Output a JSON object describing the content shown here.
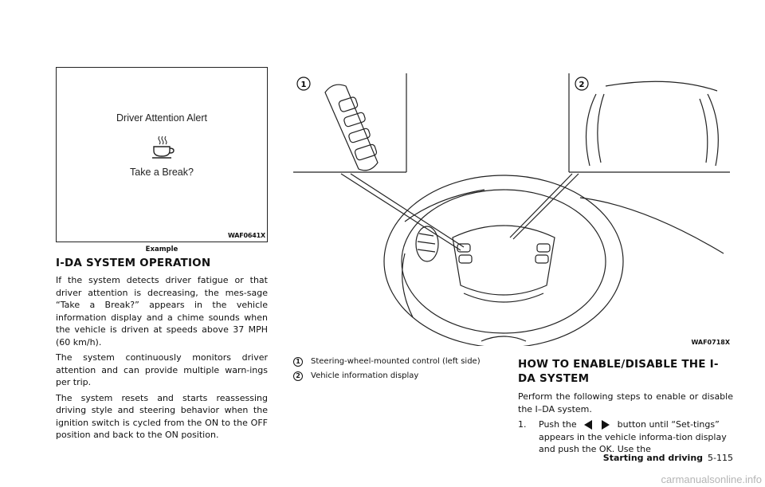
{
  "figure_display": {
    "alert_title": "Driver Attention Alert",
    "message": "Take a Break?",
    "code": "WAF0641X",
    "caption": "Example"
  },
  "section1": {
    "heading": "I-DA SYSTEM OPERATION",
    "paragraphs": [
      "If the system detects driver fatigue or that driver attention is decreasing, the mes-sage “Take a Break?” appears in the vehicle information display and a chime sounds when the vehicle is driven at speeds above 37 MPH (60 km/h).",
      "The system continuously monitors driver attention and can provide multiple warn-ings per trip.",
      "The system resets and starts reassessing driving style and steering behavior when the ignition switch is cycled from the ON to the OFF position and back to the ON position."
    ]
  },
  "figure_wheel": {
    "code": "WAF0718X",
    "callouts": [
      "1",
      "2"
    ]
  },
  "legend": [
    {
      "num": "1",
      "text": "Steering-wheel-mounted control (left side)"
    },
    {
      "num": "2",
      "text": "Vehicle information display"
    }
  ],
  "section2": {
    "heading": "HOW TO ENABLE/DISABLE THE I-DA SYSTEM",
    "intro": "Perform the following steps to enable or disable the I–DA system.",
    "step1_num": "1.",
    "step1_pre": "Push the",
    "step1_post": "button until “Set-tings” appears in the vehicle informa-tion display and push the OK. Use the"
  },
  "footer": {
    "section": "Starting and driving",
    "page": "5-115"
  },
  "watermark": "carmanualsonline.info"
}
